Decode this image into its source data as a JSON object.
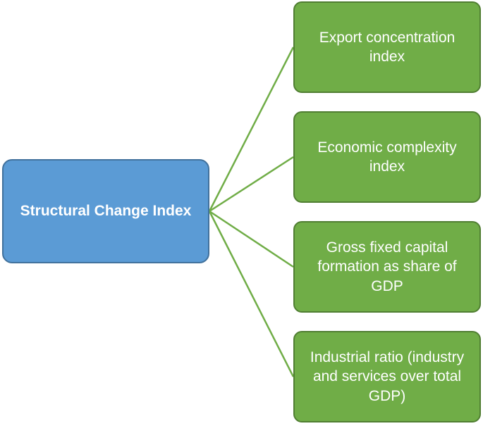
{
  "root": {
    "label": "Structural Change Index"
  },
  "children": [
    {
      "label": "Export concentration index"
    },
    {
      "label": "Economic complexity index"
    },
    {
      "label": "Gross fixed capital formation as share of GDP"
    },
    {
      "label": "Industrial ratio (industry and services over total GDP)"
    }
  ],
  "colors": {
    "root_fill": "#5b9bd5",
    "root_border": "#41719c",
    "child_fill": "#70ad47",
    "child_border": "#507e32",
    "connector": "#70ad47"
  }
}
